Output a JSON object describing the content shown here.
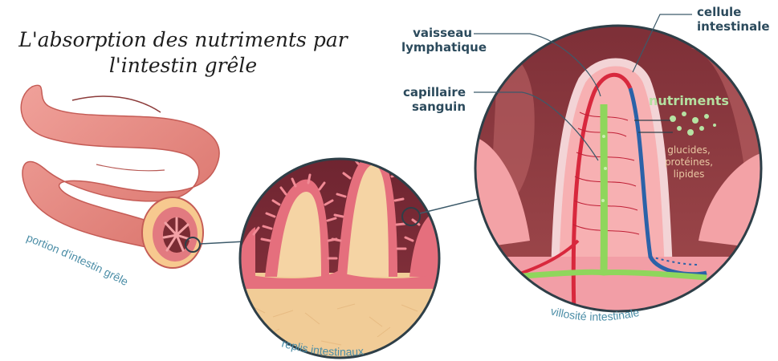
{
  "title_line1": "L'absorption des nutriments par",
  "title_line2": "l'intestin grêle",
  "labels": {
    "cellule_line1": "cellule",
    "cellule_line2": "intestinale",
    "vaisseau_line1": "vaisseau",
    "vaisseau_line2": "lymphatique",
    "capillaire_line1": "capillaire",
    "capillaire_line2": "sanguin",
    "nutriments": "nutriments",
    "glucides": "glucides,",
    "proteines": "protéines,",
    "lipides": "lipides",
    "portion": "portion d'intestin grêle",
    "replis": "replis intestinaux",
    "villosite": "villosité intestinale"
  },
  "colors": {
    "intestine": "#e8877c",
    "dark_red": "#7a2b33",
    "villus_pink": "#f3a2a6",
    "blood": "#d8283d",
    "lymph": "#2b62a8",
    "lacteal": "#8fd65c",
    "submucosa": "#f3cf9d",
    "line": "#3c5a6a"
  }
}
